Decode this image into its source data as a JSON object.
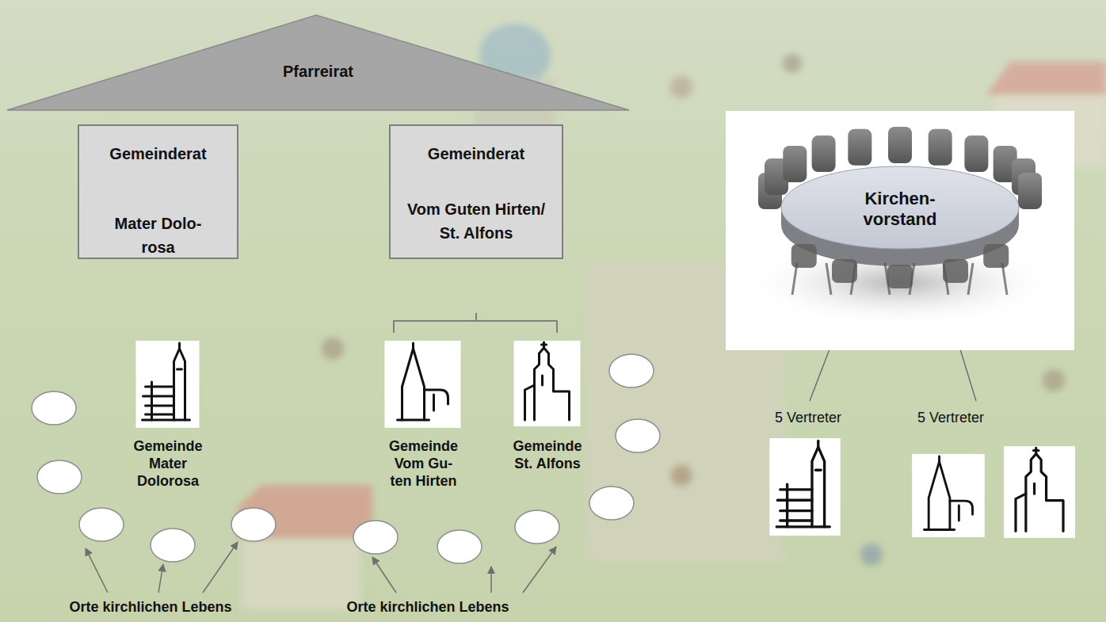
{
  "diagram": {
    "nodes": [
      {
        "text": [
          "Pfarreirat"
        ]
      },
      {
        "text": [
          "Gemeinderat",
          "Mater Dolo- rosa"
        ]
      },
      {
        "text": [
          "Gemeinderat",
          "Vom Guten Hirten/ St. Alfons"
        ]
      },
      {
        "text": [
          "Kirchen- vorstand"
        ]
      }
    ],
    "labels": [
      "Gemeinde Mater Dolorosa",
      "Gemeinde Vom Gu- ten Hirten",
      "Gemeinde St. Alfons",
      "Orte kirchlichen Lebens",
      "Orte kirchlichen Lebens",
      "5 Vertreter",
      "5 Vertreter"
    ]
  }
}
